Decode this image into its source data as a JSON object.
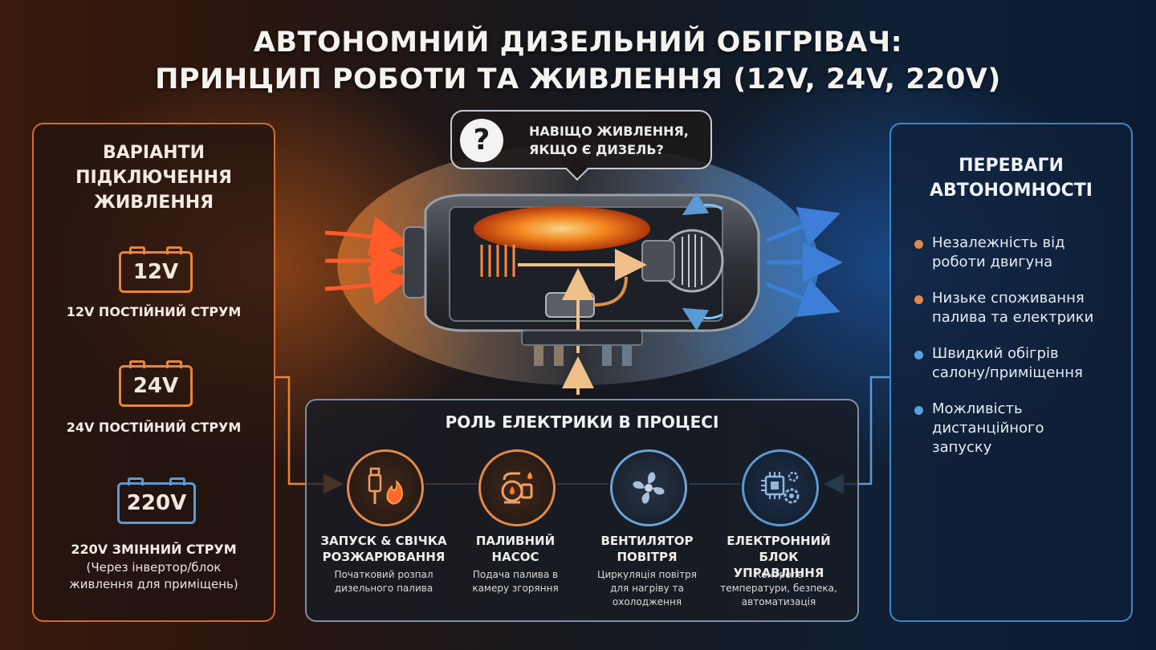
{
  "title": {
    "line1": "АВТОНОМНИЙ ДИЗЕЛЬНИЙ ОБІГРІВАЧ:",
    "line2": "ПРИНЦИП РОБОТИ ТА ЖИВЛЕННЯ (12V, 24V, 220V)"
  },
  "question": {
    "symbol": "?",
    "line1": "НАВІЩО ЖИВЛЕННЯ,",
    "line2": "ЯКЩО Є ДИЗЕЛЬ?"
  },
  "power_options": {
    "heading_lines": [
      "ВАРІАНТИ",
      "ПІДКЛЮЧЕННЯ",
      "ЖИВЛЕННЯ"
    ],
    "items": [
      {
        "badge": "12V",
        "caption": "12V ПОСТІЙНИЙ СТРУМ",
        "color": "#e8843a"
      },
      {
        "badge": "24V",
        "caption": "24V ПОСТІЙНИЙ СТРУМ",
        "color": "#e8843a"
      },
      {
        "badge": "220V",
        "caption": "220V ЗМІННИЙ СТРУМ",
        "note_line1": "(Через інвертор/блок",
        "note_line2": "живлення для приміщень)",
        "color": "#5a9ad4"
      }
    ]
  },
  "advantages": {
    "heading_lines": [
      "ПЕРЕВАГИ",
      "АВТОНОМНОСТІ"
    ],
    "items": [
      {
        "lines": [
          "Незалежність від",
          "роботи двигуна"
        ],
        "dot_color": "#e08a4a"
      },
      {
        "lines": [
          "Низьке споживання",
          "палива та електрики"
        ],
        "dot_color": "#e08a4a"
      },
      {
        "lines": [
          "Швидкий обігрів",
          "салону/приміщення"
        ],
        "dot_color": "#5aa0dc"
      },
      {
        "lines": [
          "Можливість",
          "дистанційного",
          "запуску"
        ],
        "dot_color": "#5aa0dc"
      }
    ]
  },
  "process": {
    "heading": "РОЛЬ ЕЛЕКТРИКИ В ПРОЦЕСІ",
    "steps": [
      {
        "icon": "spark-plug-flame-icon",
        "title_lines": [
          "ЗАПУСК & СВІЧКА",
          "РОЗЖАРЮВАННЯ"
        ],
        "desc_lines": [
          "Початковий розпал",
          "дизельного палива"
        ],
        "color": "#e48a45"
      },
      {
        "icon": "fuel-pump-icon",
        "title_lines": [
          "ПАЛИВНИЙ",
          "НАСОС"
        ],
        "desc_lines": [
          "Подача палива в",
          "камеру згоряння"
        ],
        "color": "#e48a45"
      },
      {
        "icon": "fan-icon",
        "title_lines": [
          "ВЕНТИЛЯТОР",
          "ПОВІТРЯ"
        ],
        "desc_lines": [
          "Циркуляція повітря",
          "для нагріву та",
          "охолодження"
        ],
        "color": "#6aa6d8"
      },
      {
        "icon": "control-unit-icon",
        "title_lines": [
          "ЕЛЕКТРОННИЙ",
          "БЛОК УПРАВЛІННЯ"
        ],
        "desc_lines": [
          "Контроль",
          "температури, безпека,",
          "автоматизація"
        ],
        "color": "#5a9ad4"
      }
    ]
  },
  "colors": {
    "warm_accent": "#e8843a",
    "cool_accent": "#3c86c8",
    "hot_air": "#ff5a2a",
    "cold_air": "#3d7fd8"
  }
}
